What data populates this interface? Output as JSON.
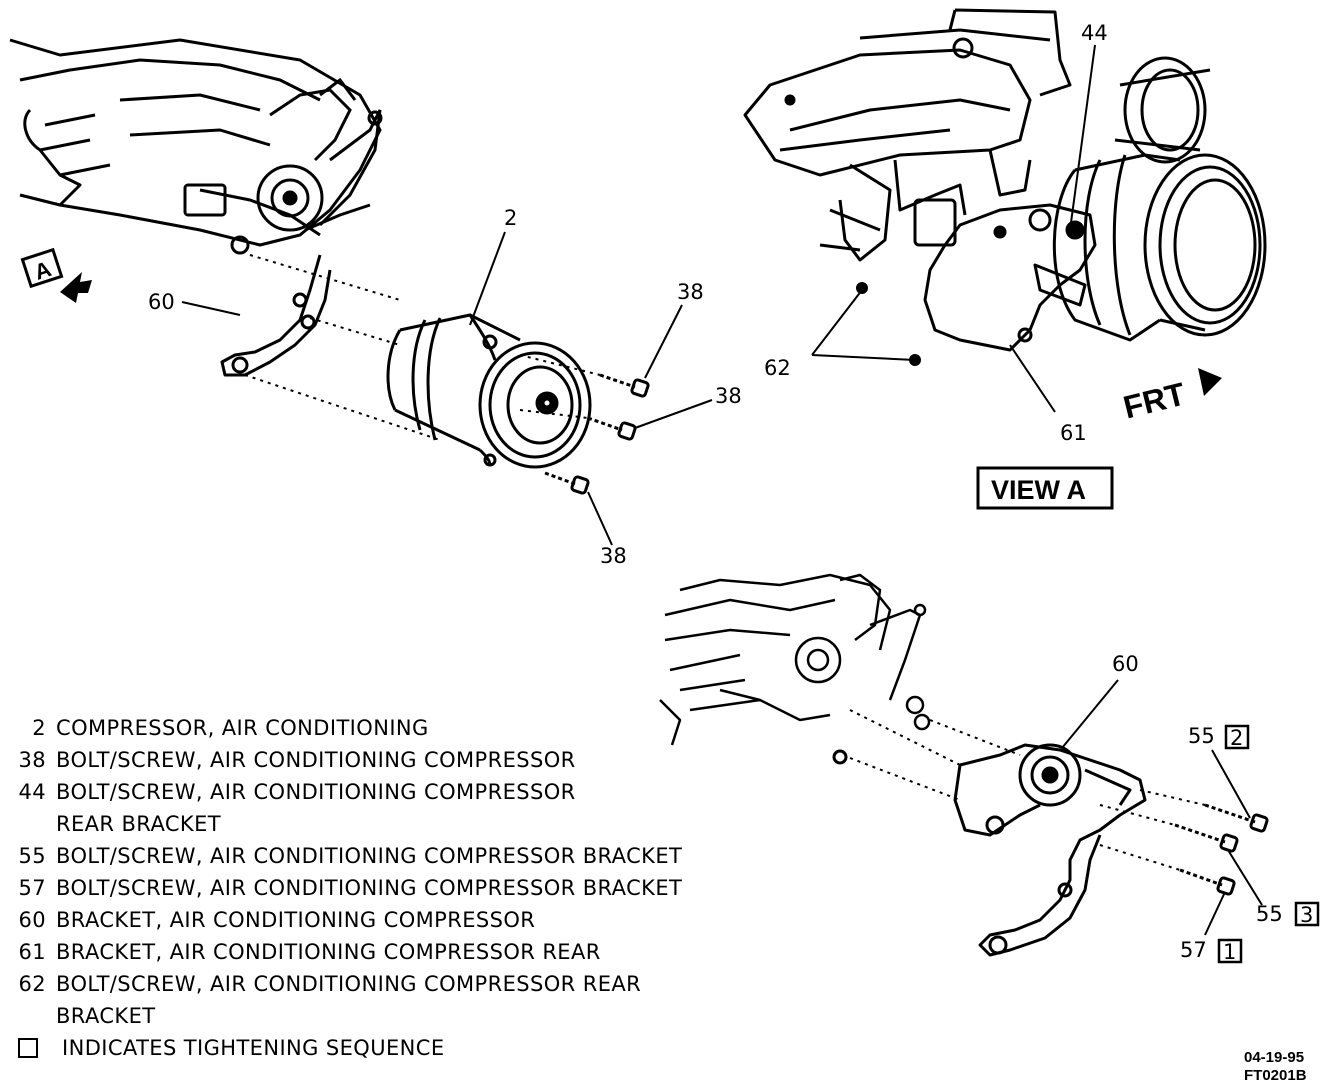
{
  "callouts": {
    "top_left": {
      "c2": "2",
      "c60": "60",
      "c38a": "38",
      "c38b": "38",
      "c38c": "38",
      "view_marker": "A"
    },
    "top_right": {
      "c44": "44",
      "c62": "62",
      "c61": "61",
      "frt": "FRT",
      "view_label": "VIEW A"
    },
    "bottom_right": {
      "c60": "60",
      "c55a": "55",
      "c55a_seq": "2",
      "c55b": "55",
      "c55b_seq": "3",
      "c57": "57",
      "c57_seq": "1"
    }
  },
  "legend": [
    {
      "num": "2",
      "lines": [
        "COMPRESSOR, AIR CONDITIONING"
      ]
    },
    {
      "num": "38",
      "lines": [
        "BOLT/SCREW, AIR CONDITIONING COMPRESSOR"
      ]
    },
    {
      "num": "44",
      "lines": [
        "BOLT/SCREW, AIR CONDITIONING COMPRESSOR",
        "REAR BRACKET"
      ]
    },
    {
      "num": "55",
      "lines": [
        "BOLT/SCREW, AIR CONDITIONING COMPRESSOR BRACKET"
      ]
    },
    {
      "num": "57",
      "lines": [
        "BOLT/SCREW, AIR CONDITIONING COMPRESSOR BRACKET"
      ]
    },
    {
      "num": "60",
      "lines": [
        "BRACKET, AIR CONDITIONING COMPRESSOR"
      ]
    },
    {
      "num": "61",
      "lines": [
        "BRACKET, AIR CONDITIONING COMPRESSOR REAR"
      ]
    },
    {
      "num": "62",
      "lines": [
        "BOLT/SCREW, AIR CONDITIONING COMPRESSOR REAR",
        "BRACKET"
      ]
    }
  ],
  "legend_note": "INDICATES TIGHTENING SEQUENCE",
  "figure_code": {
    "date": "04-19-95",
    "id": "FT0201B"
  }
}
